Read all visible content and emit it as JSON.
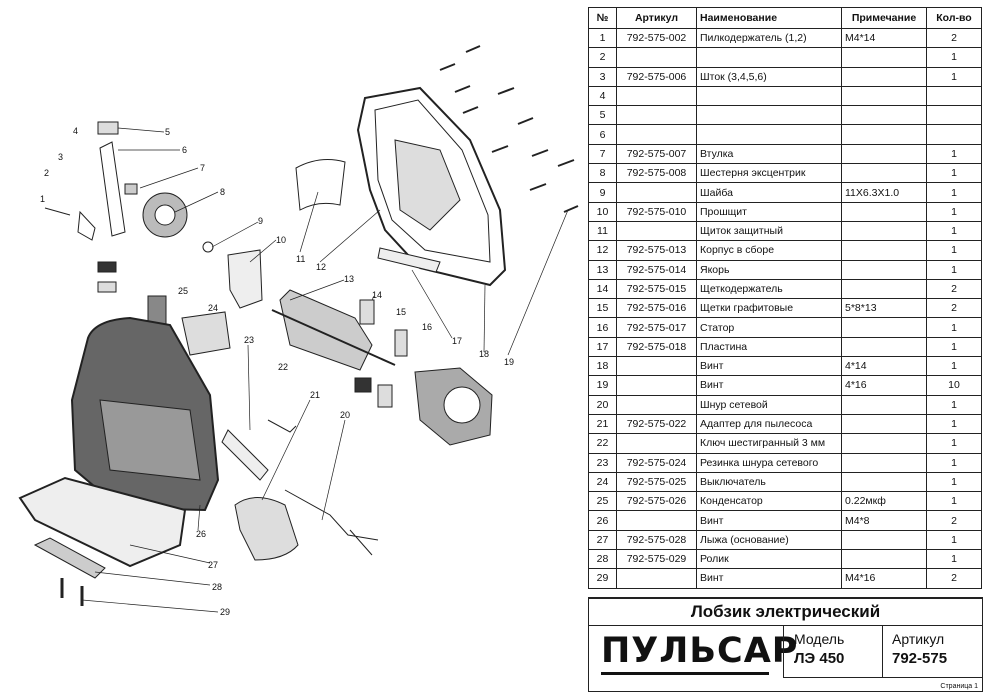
{
  "table": {
    "headers": {
      "no": "№",
      "article": "Артикул",
      "name": "Наименование",
      "note": "Примечание",
      "qty": "Кол-во"
    },
    "rows": [
      {
        "no": "1",
        "article": "792-575-002",
        "name": "Пилкодержатель (1,2)",
        "note": "M4*14",
        "qty": "2"
      },
      {
        "no": "2",
        "article": "",
        "name": "",
        "note": "",
        "qty": "1"
      },
      {
        "no": "3",
        "article": "792-575-006",
        "name": "Шток (3,4,5,6)",
        "note": "",
        "qty": "1"
      },
      {
        "no": "4",
        "article": "",
        "name": "",
        "note": "",
        "qty": ""
      },
      {
        "no": "5",
        "article": "",
        "name": "",
        "note": "",
        "qty": ""
      },
      {
        "no": "6",
        "article": "",
        "name": "",
        "note": "",
        "qty": ""
      },
      {
        "no": "7",
        "article": "792-575-007",
        "name": "Втулка",
        "note": "",
        "qty": "1"
      },
      {
        "no": "8",
        "article": "792-575-008",
        "name": "Шестерня эксцентрик",
        "note": "",
        "qty": "1"
      },
      {
        "no": "9",
        "article": "",
        "name": "Шайба",
        "note": "11X6.3X1.0",
        "qty": "1"
      },
      {
        "no": "10",
        "article": "792-575-010",
        "name": "Прошщит",
        "note": "",
        "qty": "1"
      },
      {
        "no": "11",
        "article": "",
        "name": "Щиток защитный",
        "note": "",
        "qty": "1"
      },
      {
        "no": "12",
        "article": "792-575-013",
        "name": "Корпус в сборе",
        "note": "",
        "qty": "1"
      },
      {
        "no": "13",
        "article": "792-575-014",
        "name": "Якорь",
        "note": "",
        "qty": "1"
      },
      {
        "no": "14",
        "article": "792-575-015",
        "name": "Щеткодержатель",
        "note": "",
        "qty": "2"
      },
      {
        "no": "15",
        "article": "792-575-016",
        "name": "Щетки графитовые",
        "note": "5*8*13",
        "qty": "2"
      },
      {
        "no": "16",
        "article": "792-575-017",
        "name": "Статор",
        "note": "",
        "qty": "1"
      },
      {
        "no": "17",
        "article": "792-575-018",
        "name": "Пластина",
        "note": "",
        "qty": "1"
      },
      {
        "no": "18",
        "article": "",
        "name": "Винт",
        "note": "4*14",
        "qty": "1"
      },
      {
        "no": "19",
        "article": "",
        "name": "Винт",
        "note": "4*16",
        "qty": "10"
      },
      {
        "no": "20",
        "article": "",
        "name": "Шнур сетевой",
        "note": "",
        "qty": "1"
      },
      {
        "no": "21",
        "article": "792-575-022",
        "name": "Адаптер для пылесоса",
        "note": "",
        "qty": "1"
      },
      {
        "no": "22",
        "article": "",
        "name": "Ключ шестигранный 3 мм",
        "note": "",
        "qty": "1"
      },
      {
        "no": "23",
        "article": "792-575-024",
        "name": "Резинка шнура сетевого",
        "note": "",
        "qty": "1"
      },
      {
        "no": "24",
        "article": "792-575-025",
        "name": "Выключатель",
        "note": "",
        "qty": "1"
      },
      {
        "no": "25",
        "article": "792-575-026",
        "name": "Конденсатор",
        "note": "0.22мкф",
        "qty": "1"
      },
      {
        "no": "26",
        "article": "",
        "name": "Винт",
        "note": "M4*8",
        "qty": "2"
      },
      {
        "no": "27",
        "article": "792-575-028",
        "name": "Лыжа (основание)",
        "note": "",
        "qty": "1"
      },
      {
        "no": "28",
        "article": "792-575-029",
        "name": "Ролик",
        "note": "",
        "qty": "1"
      },
      {
        "no": "29",
        "article": "",
        "name": "Винт",
        "note": "M4*16",
        "qty": "2"
      }
    ]
  },
  "title_block": {
    "title": "Лобзик электрический",
    "brand": "ПУЛЬСАР",
    "model_label": "Модель",
    "model_value": "ЛЭ 450",
    "article_label": "Артикул",
    "article_value": "792-575",
    "page": "Страница 1"
  },
  "callouts": [
    "1",
    "2",
    "3",
    "4",
    "5",
    "6",
    "7",
    "8",
    "9",
    "10",
    "11",
    "12",
    "13",
    "14",
    "15",
    "16",
    "17",
    "18",
    "19",
    "20",
    "21",
    "22",
    "23",
    "24",
    "25",
    "26",
    "27",
    "28",
    "29"
  ],
  "colors": {
    "ink": "#111111",
    "line": "#222222",
    "paper": "#ffffff"
  }
}
